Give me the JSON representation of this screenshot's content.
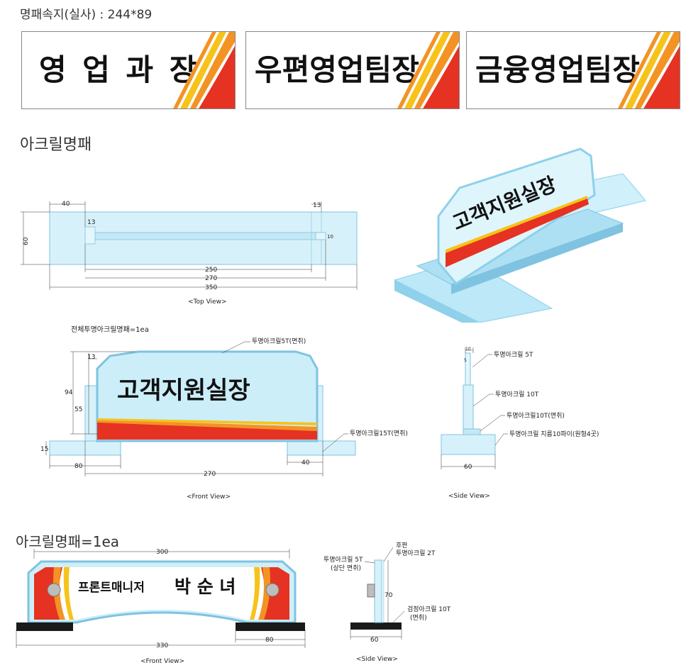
{
  "header": {
    "spec": "명패속지(실사) : 244*89"
  },
  "plates": [
    {
      "label": "영 업 과 장"
    },
    {
      "label": "우편영업팀장"
    },
    {
      "label": "금융영업팀장"
    }
  ],
  "acrylic": {
    "title": "아크릴명패",
    "top_view": {
      "label": "<Top View>",
      "dims": {
        "d40": "40",
        "d60": "60",
        "d13a": "13",
        "d13b": "13",
        "d10": "10",
        "d250": "250",
        "d270": "270",
        "d350": "350"
      }
    },
    "iso": {
      "name": "고객지원실장"
    },
    "front_view": {
      "note": "전체투명아크릴명패=1ea",
      "name": "고객지원실장",
      "label": "<Front View>",
      "callouts": {
        "top": "투명아크릴5T(면취)",
        "base": "투명아크릴15T(면취)"
      },
      "dims": {
        "d13": "13",
        "d94": "94",
        "d55": "55",
        "d15": "15",
        "d80": "80",
        "d270": "270",
        "d40": "40"
      }
    },
    "side_view": {
      "label": "<Side View>",
      "callouts": {
        "c1": "투명아크릴 5T",
        "c2": "투명아크릴 10T",
        "c3": "투명아크릴10T(면취)",
        "c4": "투명아크릴 지름10파이(원형4곳)"
      },
      "dims": {
        "d10": "10",
        "d5": "5",
        "d60": "60"
      }
    }
  },
  "acrylic2": {
    "title": "아크릴명패=1ea",
    "front": {
      "role": "프론트매니저",
      "name": "박 순 녀",
      "label": "<Front View>",
      "dims": {
        "d300": "300",
        "d330": "330",
        "d80": "80"
      }
    },
    "side": {
      "label": "<Side View>",
      "callouts": {
        "a": "투명아크릴 5T",
        "a2": "(상단 면취)",
        "b": "후판",
        "b2": "투명아크릴 2T",
        "c": "검정아크릴 10T",
        "c2": "(면취)"
      },
      "dims": {
        "d70": "70",
        "d60": "60"
      }
    }
  },
  "colors": {
    "red": "#e53222",
    "orange": "#f39324",
    "yellow": "#f7c31a",
    "acrylic": "#cfeef8",
    "acrylic_edge": "#7fc3e0"
  }
}
